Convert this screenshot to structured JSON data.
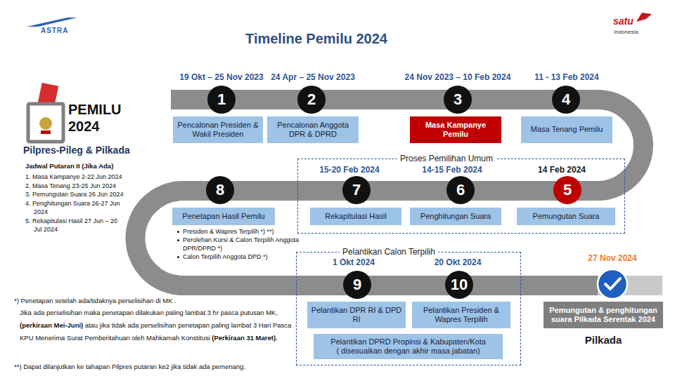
{
  "diagram": {
    "title": "Timeline Pemilu 2024",
    "nodes": [
      {
        "text": [
          "1"
        ]
      },
      {
        "text": [
          "Pencalonan Presiden & Wakil Presiden"
        ]
      },
      {
        "text": [
          "2"
        ]
      },
      {
        "text": [
          "Pencalonan Anggota DPR & DPRD"
        ]
      },
      {
        "text": [
          "3"
        ]
      },
      {
        "text": [
          "Masa Kampanye Pemilu"
        ]
      },
      {
        "text": [
          "4"
        ]
      },
      {
        "text": [
          "Masa Tenang Pemilu"
        ]
      },
      {
        "text": [
          "8"
        ]
      },
      {
        "text": [
          "Penetapan Hasil Pemilu"
        ]
      },
      {
        "text": [
          "Proses Pemilihan Umum"
        ]
      },
      {
        "text": [
          "7"
        ],
        "in": 10
      },
      {
        "text": [
          "Rekapitulasi Hasil"
        ],
        "in": 10
      },
      {
        "text": [
          "6"
        ],
        "in": 10
      },
      {
        "text": [
          "Penghitungan Suara"
        ],
        "in": 10
      },
      {
        "text": [
          "5"
        ],
        "in": 10
      },
      {
        "text": [
          "Pemungutan Suara"
        ],
        "in": 10
      },
      {
        "text": [
          "Pelantikan Calon Terpilih"
        ]
      },
      {
        "text": [
          "9"
        ],
        "in": 17
      },
      {
        "text": [
          "Pelantikan DPR RI & DPD RI"
        ],
        "in": 17
      },
      {
        "text": [
          "10"
        ],
        "in": 17
      },
      {
        "text": [
          "Pelantikan Presiden & Wapres Terpilih"
        ],
        "in": 17
      },
      {
        "text": [
          "Pelantikan DPRD Propinsi & Kabupaten/Kota",
          "( disesuaikan dengan akhir masa jabatan)"
        ],
        "in": 17
      },
      {
        "text": [
          "Pemungutan & penghitungan suara Pilkada Serentak 2024"
        ]
      }
    ],
    "labels": [
      "ASTRA",
      "satu",
      "Indonesia",
      "PEMILU",
      "2024",
      "Pilpres-Pileg & Pilkada",
      "Jadwal Putaran II (Jika Ada)",
      "1. Masa Kampanye 2-22 Jun 2024",
      "2. Masa Tenang 23-25 Jun 2024",
      "3. Pemungutan Suara 26 Jun 2024",
      "4. Penghitungan Suara 26-27 Jun 2024",
      "5. Rekapitulasi Hasil 27 Jun – 20 Jul 2024",
      "19 Okt – 25 Nov 2023",
      "24 Apr – 25 Nov 2023",
      "24 Nov 2023 – 10 Feb 2024",
      "11 - 13 Feb 2024",
      "15-20 Feb 2024",
      "14-15 Feb 2024",
      "14 Feb 2024",
      "Presiden & Wapres Terpilih *) **)",
      "Perolehan Kursi & Calon Terpilih Anggota DPR/DPRD *)",
      "Calon Terpilih Anggota DPD *)",
      "1 Okt 2024",
      "20 Okt 2024",
      "27 Nov 2024",
      "Pilkada",
      "*) Penetapan setelah ada/tidaknya perselisihan di MK .",
      "Jika ada perselisihan maka penetapan dilakukan paling lambat 3 hr pasca putusan MK,",
      "(perkiraan Mei-Juni)",
      "atau jika tidak ada perselisihan penetapan paling lambat 3 Hari Pasca KPU Menerima Surat Pemberitahuan oleh Mahkamah Konstitusi",
      "(Perkiraan 31 Maret).",
      "**) Dapat dilanjutkan ke tahapan Pilpres putaran ke2 jika tidak ada pemenang."
    ]
  }
}
